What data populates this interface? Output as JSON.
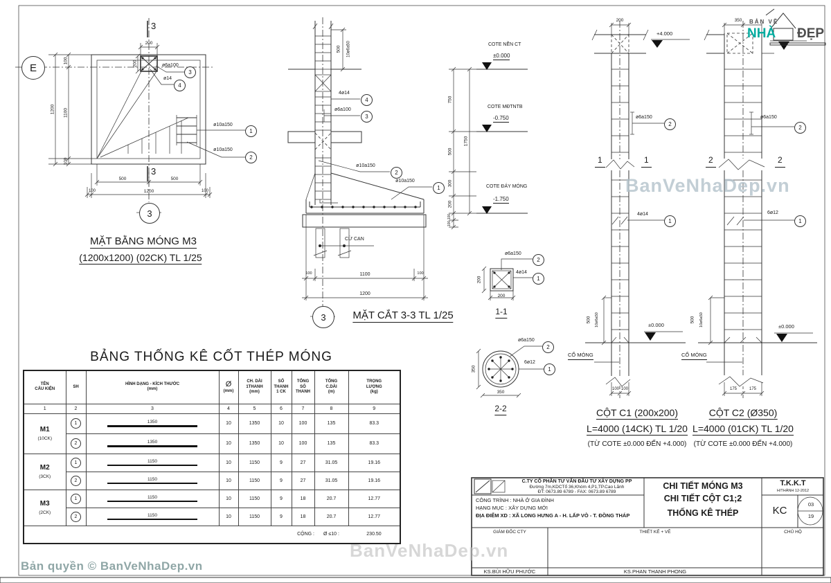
{
  "logo": {
    "line1": "BẢN VẼ",
    "nha": "NHÀ",
    "dep": "ĐẸP"
  },
  "watermark": {
    "center": "BanVeNhaDep.vn",
    "titleblock": "BanVeNhaDep.vn",
    "copyright": "Bản quyền © BanVeNhaDep.vn"
  },
  "colors": {
    "teal": "#00ab9f",
    "logo_dark": "#4d4d4d"
  },
  "plan": {
    "grid_e": "E",
    "sec_top": "3",
    "sec_bot": "3",
    "bubble": "3",
    "title1": "MẶT BẰNG MÓNG M3",
    "title2": "(1200x1200) (02CK) TL 1/25",
    "dim_top_200": "200",
    "dim_col_200": "200",
    "dim_100t": "100",
    "dim_1100": "1100",
    "dim_100b": "100",
    "dim_1200": "1200",
    "dim_500l": "500",
    "dim_500r": "500",
    "dim_100l": "100",
    "dim_1200b": "1200",
    "dim_100r": "100",
    "c3_label": "ø6a100",
    "c3_num": "3",
    "c4_label": "ø14",
    "c4_num": "4",
    "c1_label": "ø10a150",
    "c1_num": "1",
    "c2_label": "ø10a150",
    "c2_num": "2"
  },
  "sec33": {
    "title": "MẶT CẮT 3-3 TL 1/25",
    "bubble": "3",
    "dim_500": "500",
    "dim_stir": "10ø6a50",
    "c4_label": "4ø14",
    "c4_num": "4",
    "c3_label": "ø6a100",
    "c3_num": "3",
    "c2_label": "ø10a150",
    "c2_num": "2",
    "c1_label": "ø10a150",
    "c1_num": "1",
    "cu_can": "CỪ CẠN",
    "dim_100l": "100",
    "dim_1100": "1100",
    "dim_100r": "100",
    "dim_1200": "1200"
  },
  "elev": {
    "cote_nen": "COTE NỀN CT",
    "v0": "±0.000",
    "cote_mdtntb": "COTE MĐTNTB",
    "v075": "-0.750",
    "cote_day": "COTE ĐÁY MÓNG",
    "v175": "-1.750",
    "d750": "750",
    "d500": "500",
    "d300": "300",
    "d200": "200",
    "d100a": "100",
    "d100b": "100",
    "d1750": "1750"
  },
  "sec11": {
    "title": "1-1",
    "dim_w": "200",
    "dim_h": "200",
    "c2_label": "ø6a150",
    "c2_num": "2",
    "c1_label": "4ø14",
    "c1_num": "1"
  },
  "sec22": {
    "title": "2-2",
    "dim_w": "350",
    "dim_h": "350",
    "c2_label": "ø6a150",
    "c2_num": "2",
    "c1_label": "6ø12",
    "c1_num": "1"
  },
  "cols": {
    "range": "(TỪ COTE ±0.000 ĐẾN +4.000)",
    "zero": "±0.000",
    "d500": "500",
    "d10a650": "10ø6a50",
    "co_mong": "CỔ MÓNG",
    "stir_label": "ø6a150",
    "stir_num": "2"
  },
  "colC1": {
    "dim_top": "200",
    "elev_top": "+4.000",
    "mark": "1",
    "bar_label": "4ø14",
    "bar_num": "1",
    "dim_b1": "100",
    "dim_b2": "100",
    "title1": "CỘT C1 (200x200)",
    "title2": "L=4000 (14CK) TL 1/20"
  },
  "colC2": {
    "dim_top": "350",
    "mark": "2",
    "bar_label": "6ø12",
    "bar_num": "1",
    "dim_b1": "175",
    "dim_b2": "175",
    "title1": "CỘT C2 (Ø350)",
    "title2": "L=4000 (01CK) TL 1/20"
  },
  "table": {
    "title": "BẢNG THỐNG KÊ CỐT THÉP MÓNG",
    "h1a": "TÊN",
    "h1b": "CẤU KIỆN",
    "h2": "SH",
    "h3a": "HÌNH DẠNG - KÍCH THƯỚC",
    "h3b": "(mm)",
    "h4a": "Ø",
    "h4b": "(mm)",
    "h5a": "CH. DÀI",
    "h5b": "1THANH",
    "h5c": "(mm)",
    "h6a": "SỐ",
    "h6b": "THANH",
    "h6c": "1 CK",
    "h7a": "TỔNG",
    "h7b": "SỐ",
    "h7c": "THANH",
    "h8a": "TỔNG",
    "h8b": "C.DÀI",
    "h8c": "(m)",
    "h9a": "TRỌNG",
    "h9b": "LƯỢNG",
    "h9c": "(kg)",
    "n1": "1",
    "n2": "2",
    "n3": "3",
    "n4": "4",
    "n5": "5",
    "n6": "6",
    "n7": "7",
    "n8": "8",
    "n9": "9",
    "groups": [
      {
        "name": "M1",
        "ck": "(10CK)"
      },
      {
        "name": "M2",
        "ck": "(3CK)"
      },
      {
        "name": "M3",
        "ck": "(2CK)"
      }
    ],
    "rows": [
      {
        "sh": "1",
        "shape": "1350",
        "dia": "10",
        "len": "1350",
        "per": "10",
        "tot": "100",
        "tlen": "135",
        "wt": "83.3"
      },
      {
        "sh": "2",
        "shape": "1350",
        "dia": "10",
        "len": "1350",
        "per": "10",
        "tot": "100",
        "tlen": "135",
        "wt": "83.3"
      },
      {
        "sh": "1",
        "shape": "1150",
        "dia": "10",
        "len": "1150",
        "per": "9",
        "tot": "27",
        "tlen": "31.05",
        "wt": "19.16"
      },
      {
        "sh": "2",
        "shape": "1150",
        "dia": "10",
        "len": "1150",
        "per": "9",
        "tot": "27",
        "tlen": "31.05",
        "wt": "19.16"
      },
      {
        "sh": "1",
        "shape": "1150",
        "dia": "10",
        "len": "1150",
        "per": "9",
        "tot": "18",
        "tlen": "20.7",
        "wt": "12.77"
      },
      {
        "sh": "2",
        "shape": "1150",
        "dia": "10",
        "len": "1150",
        "per": "9",
        "tot": "18",
        "tlen": "20.7",
        "wt": "12.77"
      }
    ],
    "foot_cong": "CỘNG :",
    "foot_dia": "Ø  ≤10 :",
    "foot_total": "230.50"
  },
  "titleblock": {
    "company1": "C.TY CỔ PHẦN TƯ VẤN ĐẦU TƯ XÂY DỰNG PP",
    "company2": "Đường 7m,KDCTổ 36,Khóm 4,P1,TP.Cao Lãnh",
    "company3": "ĐT: 0673.89 6789 - FAX: 0673.89 6789",
    "congtrinh": "CÔNG TRÌNH : NHÀ Ở GIA ĐÌNH",
    "hangmuc": "HẠNG MỤC : XÂY DỰNG MỚI",
    "diadiem": "ĐỊA ĐIỂM XD : XÃ LONG HƯNG A - H. LẤP VÒ - T. ĐỒNG THÁP",
    "dwg1": "CHI TIẾT MÓNG M3",
    "dwg2": "CHI TIẾT CỘT C1;2",
    "dwg3": "THỐNG KÊ THÉP",
    "tkkt": "T.K.K.T",
    "hthanh": "H/THÀNH 12-2012",
    "kc": "KC",
    "sheet_no": "03",
    "sheet_total": "19",
    "giamdoc": "GIÁM ĐỐC CTY",
    "thietke": "THIẾT KẾ + VẼ",
    "chuho": "CHỦ HỘ",
    "name1": "KS.BÙI HỮU PHƯỚC",
    "name2": "KS.PHAN THANH PHONG"
  }
}
